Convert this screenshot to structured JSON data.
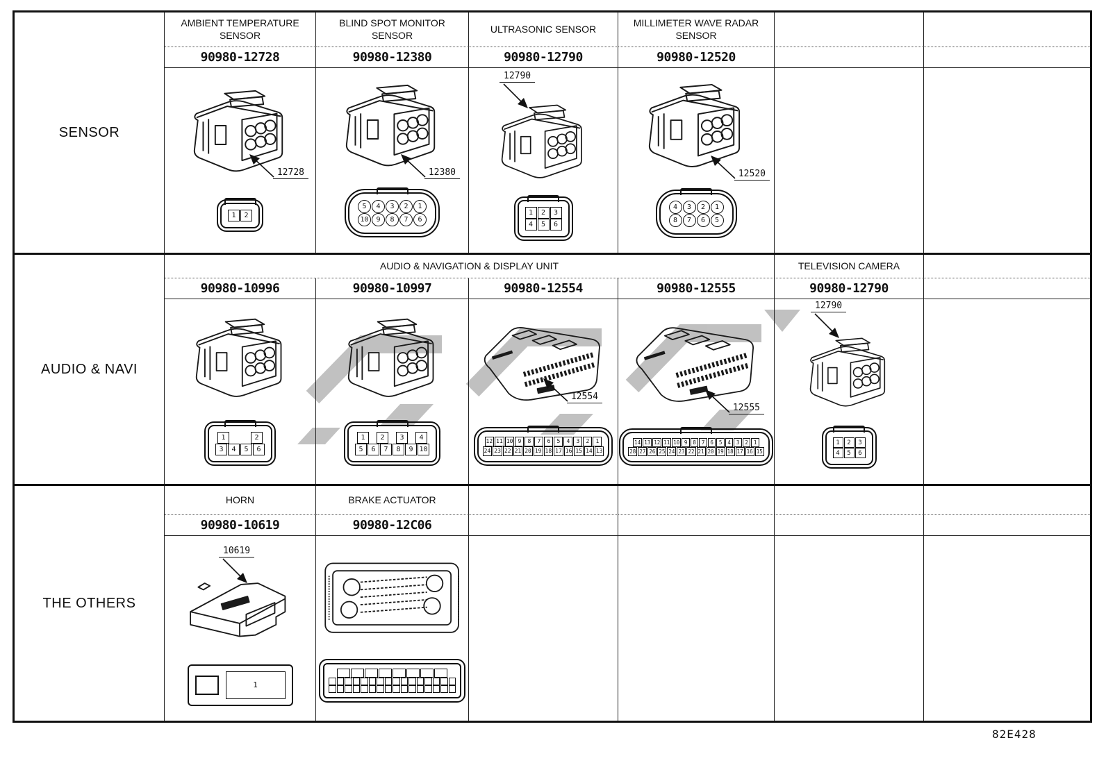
{
  "doc_code": "82E428",
  "colors": {
    "line": "#111111",
    "watermark": "#a9a9a9"
  },
  "sections": [
    {
      "row_label": "SENSOR",
      "cells": [
        {
          "header": "AMBIENT TEMPERATURE SENSOR",
          "part_number": "90980-12728",
          "callout": "12728",
          "front_pins": [
            [
              "1",
              "2"
            ]
          ]
        },
        {
          "header": "BLIND SPOT MONITOR SENSOR",
          "part_number": "90980-12380",
          "callout": "12380",
          "front_pins": [
            [
              "5",
              "4",
              "3",
              "2",
              "1"
            ],
            [
              "10",
              "9",
              "8",
              "7",
              "6"
            ]
          ]
        },
        {
          "header": "ULTRASONIC SENSOR",
          "part_number": "90980-12790",
          "callout": "12790",
          "front_pins": [
            [
              "1",
              "2",
              "3"
            ],
            [
              "4",
              "5",
              "6"
            ]
          ]
        },
        {
          "header": "MILLIMETER WAVE RADAR SENSOR",
          "part_number": "90980-12520",
          "callout": "12520",
          "front_pins": [
            [
              "4",
              "3",
              "2",
              "1"
            ],
            [
              "8",
              "7",
              "6",
              "5"
            ]
          ]
        }
      ]
    },
    {
      "row_label": "AUDIO & NAVI",
      "group_header": "AUDIO & NAVIGATION & DISPLAY UNIT",
      "cells": [
        {
          "part_number": "90980-10996",
          "front_pins": [
            [
              "1",
              "2"
            ],
            [
              "3",
              "4",
              "5",
              "6"
            ]
          ]
        },
        {
          "part_number": "90980-10997",
          "front_pins": [
            [
              "1",
              "2",
              "3",
              "4"
            ],
            [
              "5",
              "6",
              "7",
              "8",
              "9",
              "10"
            ]
          ]
        },
        {
          "part_number": "90980-12554",
          "callout": "12554",
          "front_pins": [
            [
              "12",
              "11",
              "10",
              "9",
              "8",
              "7",
              "6",
              "5",
              "4",
              "3",
              "2",
              "1"
            ],
            [
              "24",
              "23",
              "22",
              "21",
              "20",
              "19",
              "18",
              "17",
              "16",
              "15",
              "14",
              "13"
            ]
          ]
        },
        {
          "part_number": "90980-12555",
          "callout": "12555",
          "front_pins": [
            [
              "14",
              "13",
              "12",
              "11",
              "10",
              "9",
              "8",
              "7",
              "6",
              "5",
              "4",
              "3",
              "2",
              "1"
            ],
            [
              "28",
              "27",
              "26",
              "25",
              "24",
              "23",
              "22",
              "21",
              "20",
              "19",
              "18",
              "17",
              "16",
              "15"
            ]
          ]
        },
        {
          "header": "TELEVISION CAMERA",
          "part_number": "90980-12790",
          "callout": "12790",
          "front_pins": [
            [
              "1",
              "2",
              "3"
            ],
            [
              "4",
              "5",
              "6"
            ]
          ]
        }
      ]
    },
    {
      "row_label": "THE OTHERS",
      "cells": [
        {
          "header": "HORN",
          "part_number": "90980-10619",
          "callout": "10619",
          "front_pins": [
            [
              "1"
            ]
          ]
        },
        {
          "header": "BRAKE ACTUATOR",
          "part_number": "90980-12C06",
          "front_pins": [
            [
              "",
              "",
              "",
              "",
              "",
              "",
              "",
              ""
            ],
            [
              "",
              "",
              "",
              "",
              "",
              "",
              "",
              "",
              "",
              "",
              "",
              "",
              "",
              "",
              "",
              ""
            ],
            [
              "",
              "",
              "",
              "",
              "",
              "",
              "",
              "",
              "",
              "",
              "",
              "",
              "",
              "",
              "",
              ""
            ]
          ]
        }
      ]
    }
  ]
}
